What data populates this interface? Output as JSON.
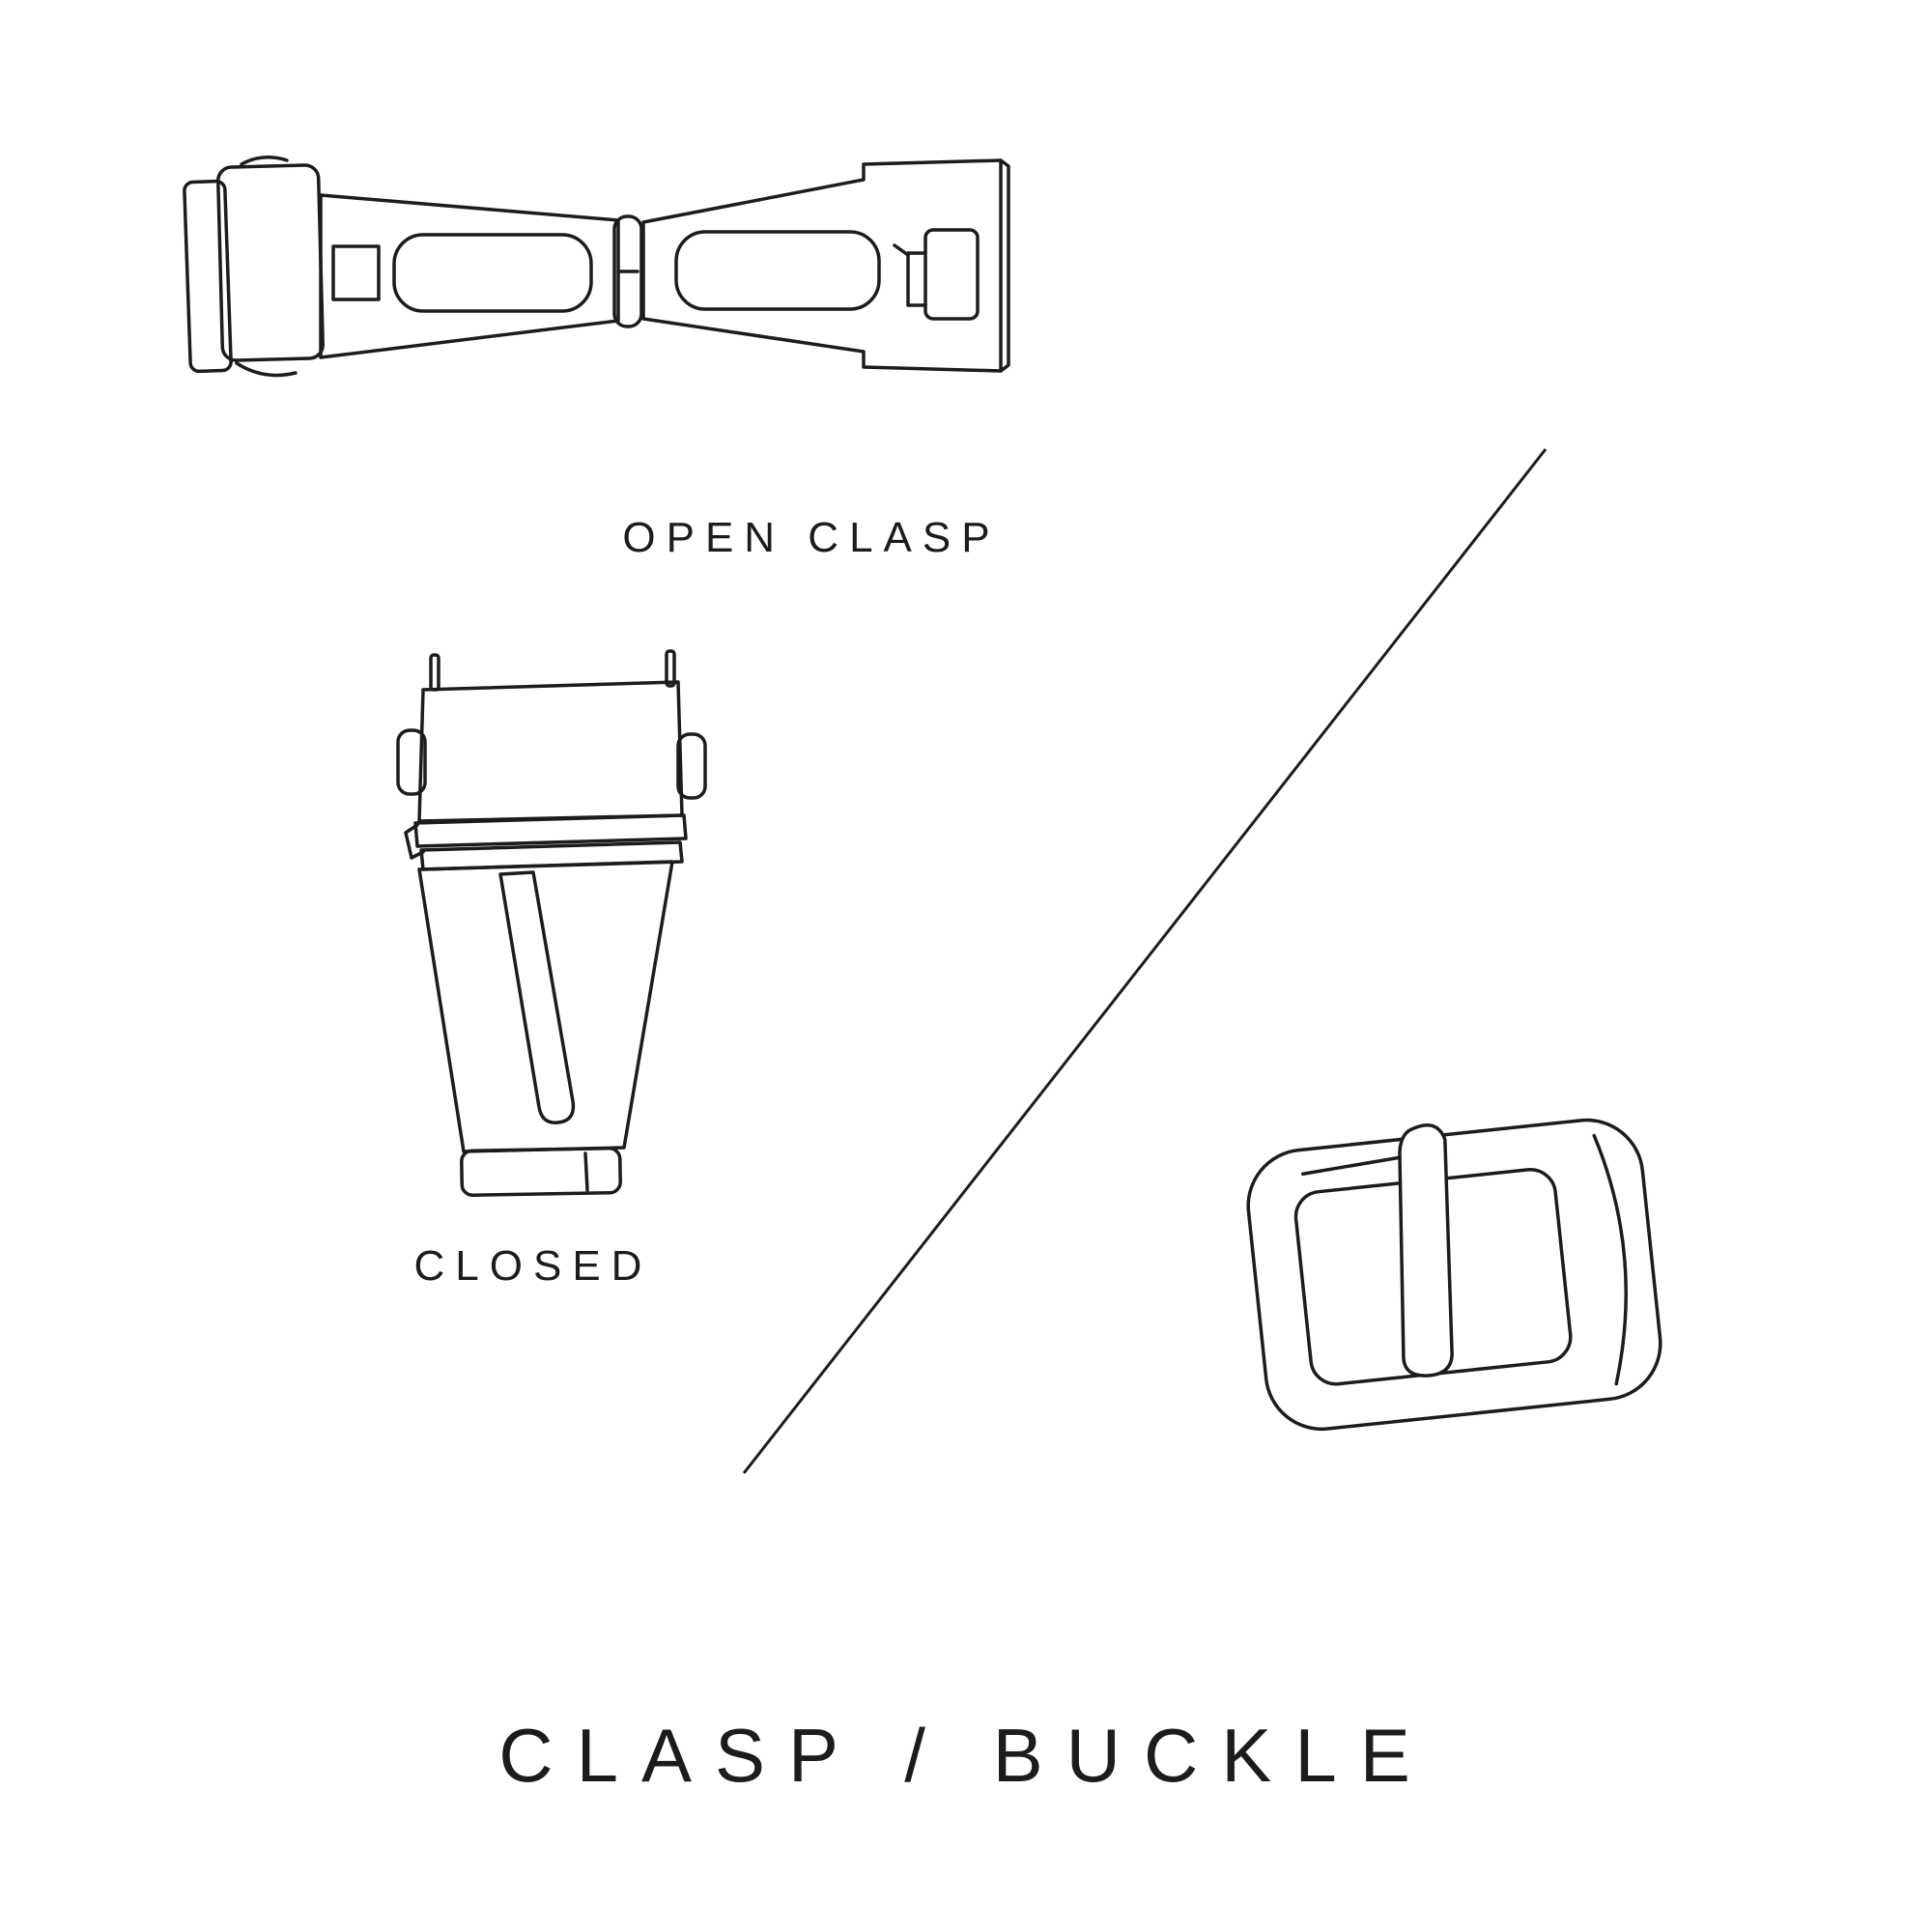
{
  "diagram": {
    "title": "CLASP / BUCKLE",
    "labels": {
      "open_clasp": "OPEN CLASP",
      "closed": "CLOSED"
    },
    "colors": {
      "line": "#1c1c1c",
      "background": "#ffffff",
      "text": "#1c1c1c"
    },
    "illustrations": [
      {
        "icon": "open-clasp-illustration",
        "caption": "OPEN CLASP"
      },
      {
        "icon": "closed-clasp-illustration",
        "caption": "CLOSED"
      },
      {
        "icon": "tang-buckle-illustration",
        "caption": ""
      }
    ]
  }
}
